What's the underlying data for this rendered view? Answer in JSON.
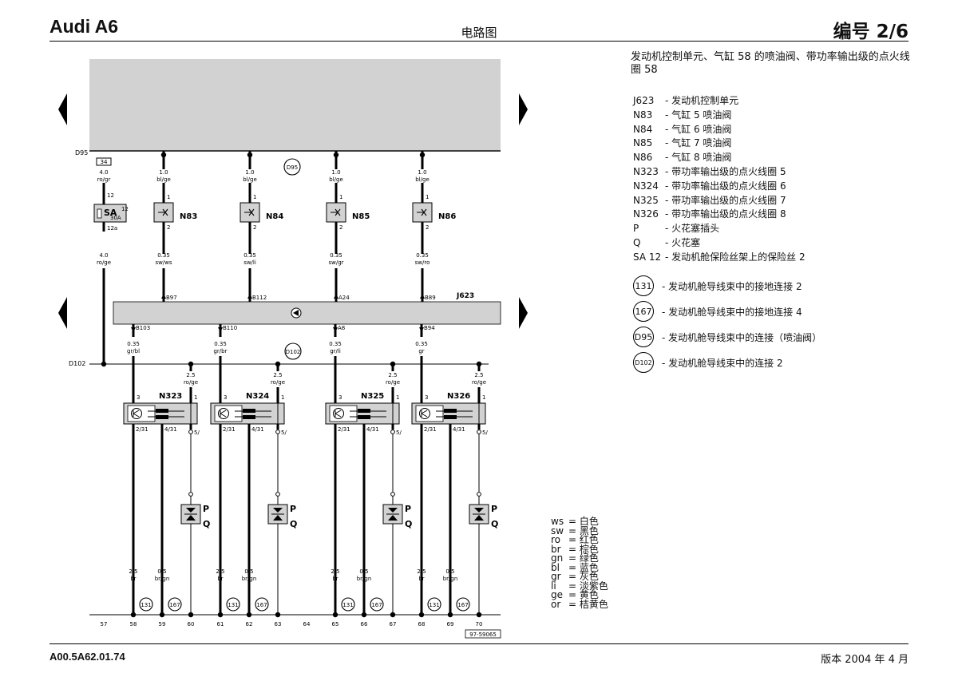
{
  "header": {
    "title": "Audi A6",
    "center": "电路图",
    "page": "编号 2/6"
  },
  "footer": {
    "code": "A00.5A62.01.74",
    "version": "版本 2004 年 4 月"
  },
  "sheet_title": "发动机控制单元、气缸 58 的喷油阀、带功率输出级的点火线圈 58",
  "legend": [
    {
      "code": "J623",
      "desc": "- 发动机控制单元"
    },
    {
      "code": "N83",
      "desc": "- 气缸 5 喷油阀"
    },
    {
      "code": "N84",
      "desc": "- 气缸 6 喷油阀"
    },
    {
      "code": "N85",
      "desc": "- 气缸 7 喷油阀"
    },
    {
      "code": "N86",
      "desc": "- 气缸 8 喷油阀"
    },
    {
      "code": "N323",
      "desc": "- 带功率输出级的点火线圈 5"
    },
    {
      "code": "N324",
      "desc": "- 带功率输出级的点火线圈 6"
    },
    {
      "code": "N325",
      "desc": "- 带功率输出级的点火线圈 7"
    },
    {
      "code": "N326",
      "desc": "- 带功率输出级的点火线圈 8"
    },
    {
      "code": "P",
      "desc": "- 火花塞插头"
    },
    {
      "code": "Q",
      "desc": "- 火花塞"
    },
    {
      "code": "SA 12",
      "desc": "- 发动机舱保险丝架上的保险丝 2"
    }
  ],
  "legend_connections": [
    {
      "code": "131",
      "desc": "- 发动机舱导线束中的接地连接 2"
    },
    {
      "code": "167",
      "desc": "- 发动机舱导线束中的接地连接 4"
    },
    {
      "code": "D95",
      "desc": "- 发动机舱导线束中的连接（喷油阀）"
    },
    {
      "code": "D102",
      "desc": "- 发动机舱导线束中的连接 2"
    }
  ],
  "color_codes": [
    {
      "code": "ws",
      "desc": "= 白色"
    },
    {
      "code": "sw",
      "desc": "= 黑色"
    },
    {
      "code": "ro",
      "desc": "= 红色"
    },
    {
      "code": "br",
      "desc": "= 棕色"
    },
    {
      "code": "gn",
      "desc": "= 绿色"
    },
    {
      "code": "bl",
      "desc": "= 蓝色"
    },
    {
      "code": "gr",
      "desc": "= 灰色"
    },
    {
      "code": "li",
      "desc": "= 淡紫色"
    },
    {
      "code": "ge",
      "desc": "= 黄色"
    },
    {
      "code": "or",
      "desc": "= 桔黄色"
    }
  ],
  "diagram": {
    "bus_d95": "D95",
    "bus_d102": "D102",
    "conn_d95": "D95",
    "conn_d102": "D102",
    "j623_label": "J623",
    "ref_number": "97-59065",
    "fuse": {
      "name": "SA",
      "num": "12",
      "amp": "30A",
      "top_box": "34",
      "pin_top": "12",
      "pin_bottom": "12a",
      "top_wire": [
        "4.0",
        "ro/gr"
      ],
      "bottom_wire": [
        "4.0",
        "ro/ge"
      ]
    },
    "injectors": [
      {
        "name": "N83",
        "top_wire": [
          "1.0",
          "bl/ge"
        ],
        "bottom_wire": [
          "0.35",
          "sw/ws"
        ],
        "pin": "B97"
      },
      {
        "name": "N84",
        "top_wire": [
          "1.0",
          "bl/ge"
        ],
        "bottom_wire": [
          "0.35",
          "sw/li"
        ],
        "pin": "B112"
      },
      {
        "name": "N85",
        "top_wire": [
          "1.0",
          "bl/ge"
        ],
        "bottom_wire": [
          "0.35",
          "sw/gr"
        ],
        "pin": "A24"
      },
      {
        "name": "N86",
        "top_wire": [
          "1.0",
          "bl/ge"
        ],
        "bottom_wire": [
          "0.35",
          "sw/ro"
        ],
        "pin": "B89"
      }
    ],
    "coils": [
      {
        "name": "N323",
        "pin": "B103",
        "sig_wire": [
          "0.35",
          "gr/bl"
        ],
        "pwr_wire": [
          "2.5",
          "ro/ge"
        ]
      },
      {
        "name": "N324",
        "pin": "B110",
        "sig_wire": [
          "0.35",
          "gr/br"
        ],
        "pwr_wire": [
          "2.5",
          "ro/ge"
        ]
      },
      {
        "name": "N325",
        "pin": "A8",
        "sig_wire": [
          "0.35",
          "gr/li"
        ],
        "pwr_wire": [
          "2.5",
          "ro/ge"
        ]
      },
      {
        "name": "N326",
        "pin": "B94",
        "sig_wire": [
          "0.35",
          "gr"
        ],
        "pwr_wire": [
          "2.5",
          "ro/ge"
        ]
      }
    ],
    "pin_labels": {
      "p3": "3",
      "p1": "1",
      "p2_31": "2/31",
      "p4_31": "4/31",
      "p5": "5/",
      "inj1": "1",
      "inj2": "2"
    },
    "pq": {
      "p": "P",
      "q": "Q"
    },
    "ground_wires": [
      {
        "gauge": "2.5",
        "color": "br",
        "ground": "131"
      },
      {
        "gauge": "0.5",
        "color": "br/gn",
        "ground": "167"
      }
    ],
    "bottom_numbers": [
      "57",
      "58",
      "59",
      "60",
      "61",
      "62",
      "63",
      "64",
      "65",
      "66",
      "67",
      "68",
      "69",
      "70"
    ]
  }
}
